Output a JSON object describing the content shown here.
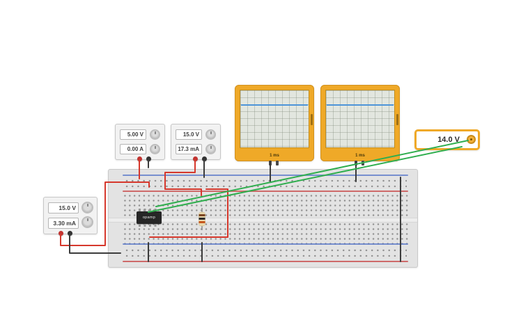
{
  "power_supplies": [
    {
      "id": "power-supply-1",
      "voltage": "5.00 V",
      "current": "0.00 A"
    },
    {
      "id": "power-supply-2",
      "voltage": "15.0 V",
      "current": "17.3 mA"
    },
    {
      "id": "power-supply-3",
      "voltage": "15.0 V",
      "current": "3.30 mA"
    }
  ],
  "oscilloscopes": [
    {
      "id": "oscilloscope-1",
      "time_scale": "1 ms"
    },
    {
      "id": "oscilloscope-2",
      "time_scale": "1 ms"
    }
  ],
  "multimeter": {
    "reading": "14.0 V"
  },
  "chip": {
    "label": "opamp"
  },
  "colors": {
    "wire_red": "#d6382c",
    "wire_black": "#3c3c3c",
    "wire_green": "#2fae4e",
    "wire_gray": "#8a8a8a",
    "scope_body": "#efa928",
    "scope_trace": "#4d94d8",
    "multimeter_body": "#efa928",
    "rail_positive": "#c84b4b",
    "rail_negative": "#5b79c9",
    "resistor_body": "#e9d9ae",
    "resistor_band_1": "#7a4420",
    "resistor_band_2": "#2b2b2b",
    "resistor_band_3": "#c6571e"
  }
}
